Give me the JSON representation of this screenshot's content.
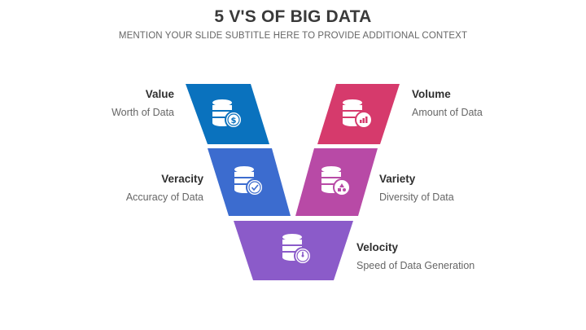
{
  "title": "5 V'S OF BIG DATA",
  "subtitle": "MENTION YOUR SLIDE SUBTITLE HERE TO PROVIDE ADDITIONAL CONTEXT",
  "items": [
    {
      "label": "Value",
      "desc": "Worth of Data",
      "color": "#0a72be",
      "icon": "dollar-icon"
    },
    {
      "label": "Volume",
      "desc": "Amount of Data",
      "color": "#d63a6c",
      "icon": "bar-chart-icon"
    },
    {
      "label": "Veracity",
      "desc": "Accuracy of Data",
      "color": "#3c6ccf",
      "icon": "check-icon"
    },
    {
      "label": "Variety",
      "desc": "Diversity of Data",
      "color": "#b84aa6",
      "icon": "shapes-icon"
    },
    {
      "label": "Velocity",
      "desc": "Speed of Data Generation",
      "color": "#8b5bc9",
      "icon": "gauge-icon"
    }
  ]
}
